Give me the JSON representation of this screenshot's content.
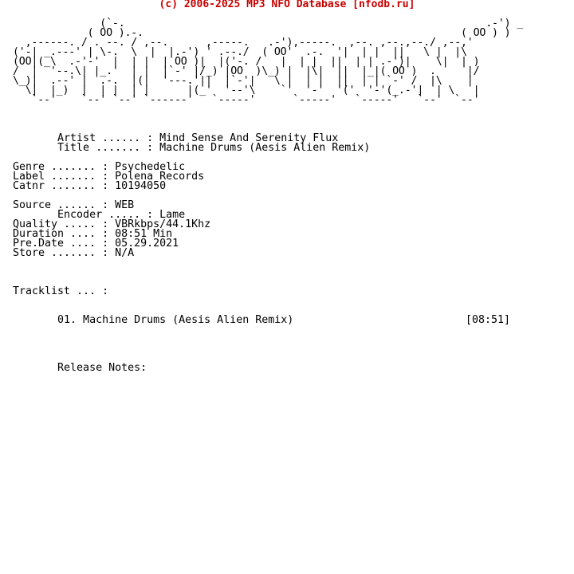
{
  "header": "(c) 2006-2025 MP3 NFO Database [nfodb.ru]",
  "ascii_logo": "              (`-.                                                          .-') _\n            ( OO ).-.                                                   ( OO ) )\n  ,------. / . --. / ,--.      ,-----.   .-'),-----.  ,--. ,--.,--./ ,--,'\n('-| _.---' | \\-.  \\  |  |.-') ' .--./  ( OO'  .-.  '|  | |  ||   \\ |  |\\\n(OO|(_\\  .-'-'  |  | |  | OO )|  |('-. /   |  | |  ||  | | .-')|    \\|  | )\n/  |  '--.\\| |_.'  | |  |`-' |/_) |OO  )\\_) |  |\\|  ||  |_|( OO )  .     |/\n\\_)|  .--' |  .-.  |(|  '---.'||  |`-'|   \\ |  | |  ||  | | `-' /  |\\    |\n  \\|  |_)  |  | |  | |      |(_'  '--'\\    `'  '-'  '('  '-'(_.-'|  | \\   |\n   `--'    `--' `--' `------'   `-----'      `-----'   `-----'   `--'  `--'",
  "fields": {
    "artist": "       Artist ...... : Mind Sense And Serenity Flux",
    "title": "       Title ....... : Machine Drums (Aesis Alien Remix)",
    "genre": "Genre ....... : Psychedelic",
    "label": "Label ....... : Polena Records",
    "catnr": "Catnr ....... : 10194050",
    "source": "Source ...... : WEB",
    "encoder": "       Encoder ..... : Lame",
    "quality": "Quality ..... : VBRkbps/44.1Khz",
    "duration": "Duration .... : 08:51 Min",
    "predate": "Pre.Date .... : 05.29.2021",
    "store": "Store ....... : N/A"
  },
  "tracklist_label": "Tracklist ... :",
  "tracks": [
    {
      "entry": "       01. Machine Drums (Aesis Alien Remix)",
      "length": "[08:51]"
    }
  ],
  "release_notes_label": "       Release Notes:"
}
